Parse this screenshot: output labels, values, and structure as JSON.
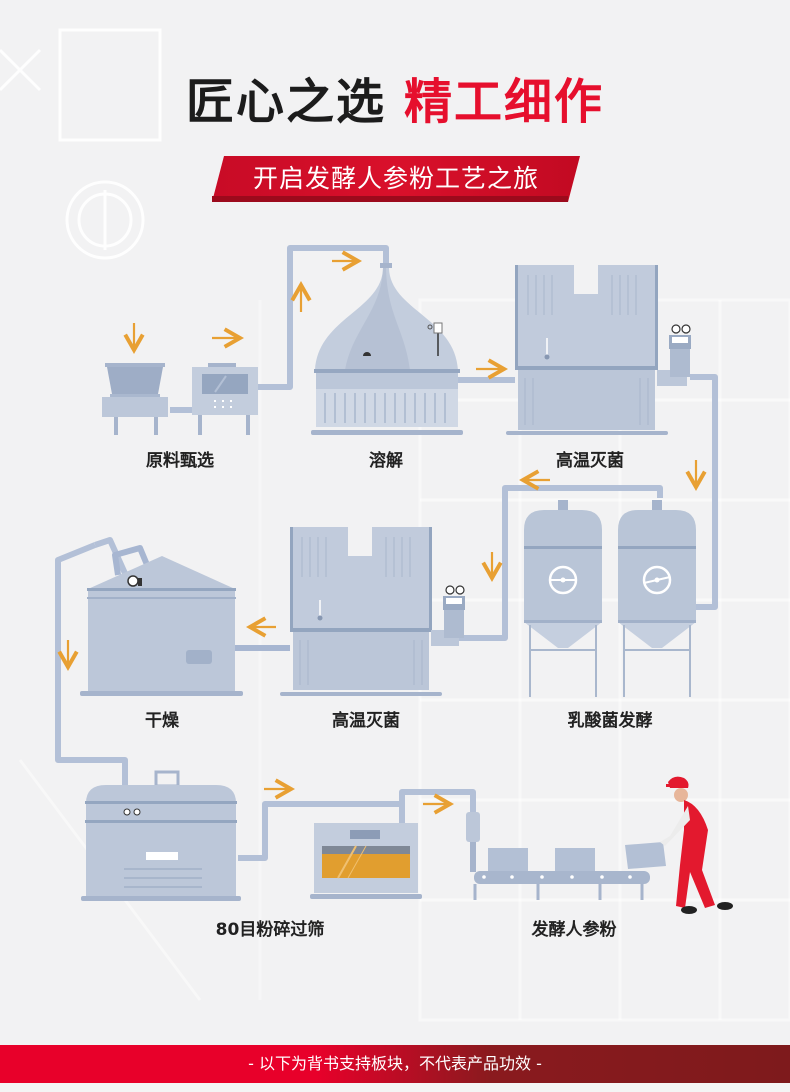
{
  "header": {
    "title_left": "匠心之选",
    "title_right": "精工细作",
    "subtitle": "开启发酵人参粉工艺之旅"
  },
  "colors": {
    "accent_red": "#e60f2d",
    "arrow_orange": "#e8a033",
    "machine_blue": "#b8c3d6",
    "pipe_blue": "#a7b6d1"
  },
  "steps": [
    {
      "order": 1,
      "label": "原料甄选",
      "icon": "hopper-and-sorter-machine"
    },
    {
      "order": 2,
      "label": "溶解",
      "icon": "dissolving-kettle"
    },
    {
      "order": 3,
      "label": "高温灭菌",
      "icon": "sterilizer-tank"
    },
    {
      "order": 4,
      "label": "乳酸菌发酵",
      "icon": "twin-fermentation-tanks"
    },
    {
      "order": 5,
      "label": "高温灭菌",
      "icon": "sterilizer-tank"
    },
    {
      "order": 6,
      "label": "干燥",
      "icon": "drying-tank"
    },
    {
      "order": 7,
      "label": "80目粉碎过筛",
      "icon": "grinder-and-sieve"
    },
    {
      "order": 8,
      "label": "发酵人参粉",
      "icon": "packing-conveyor-with-worker"
    }
  ],
  "footer": {
    "note": "- 以下为背书支持板块，不代表产品功效 -"
  }
}
